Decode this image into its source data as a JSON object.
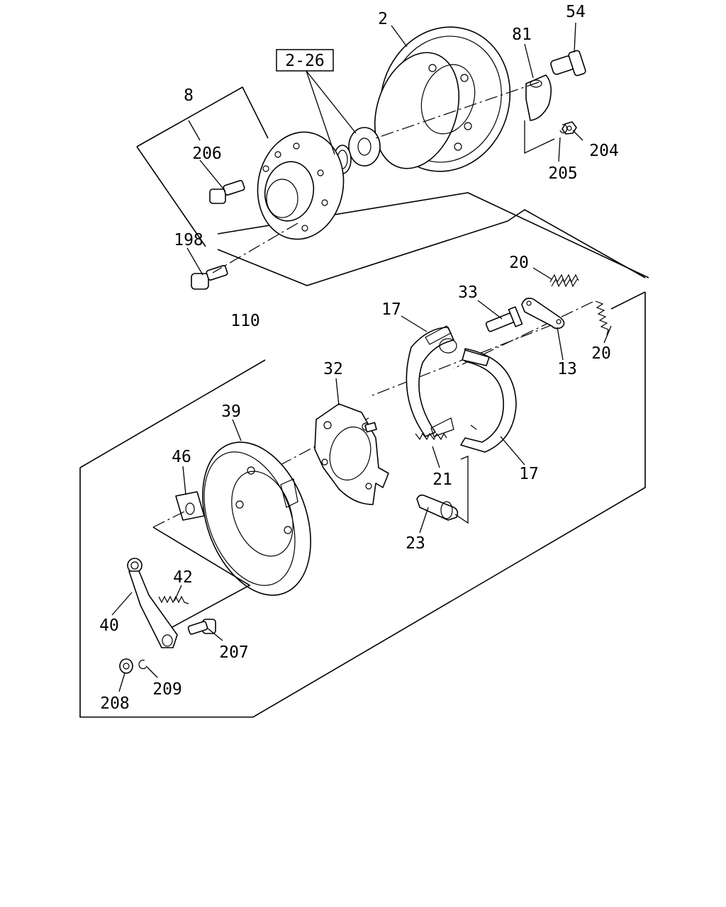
{
  "callouts": {
    "c2": "2",
    "c54": "54",
    "c81": "81",
    "c226": "2-26",
    "c8": "8",
    "c206": "206",
    "c204": "204",
    "c205": "205",
    "c198": "198",
    "c20a": "20",
    "c20b": "20",
    "c33": "33",
    "c17a": "17",
    "c17b": "17",
    "c110": "110",
    "c32": "32",
    "c13": "13",
    "c39": "39",
    "c46": "46",
    "c21": "21",
    "c23": "23",
    "c42": "42",
    "c40": "40",
    "c207": "207",
    "c208": "208",
    "c209": "209"
  }
}
